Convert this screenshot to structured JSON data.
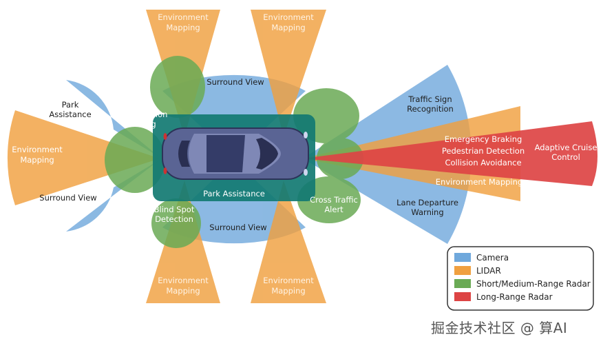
{
  "colors": {
    "camera": "#6fa8dc",
    "lidar": "#f0a040",
    "short_radar": "#6aaa55",
    "long_radar": "#dd4444",
    "car_zone": "#127a72"
  },
  "labels": {
    "env_top_left": [
      "Environment",
      "Mapping"
    ],
    "env_top_right": [
      "Environment",
      "Mapping"
    ],
    "env_bottom_left": [
      "Environment",
      "Mapping"
    ],
    "env_bottom_right": [
      "Environment",
      "Mapping"
    ],
    "env_left": [
      "Environment",
      "Mapping"
    ],
    "surround_top": "Surround View",
    "surround_bottom": "Surround View",
    "surround_left": "Surround View",
    "park_assistance_left": [
      "Park",
      "Assistance"
    ],
    "rear_collision": [
      "Read Collision",
      "Warning"
    ],
    "park_assistance_center": "Park Assistance",
    "blind_spot": [
      "Blind Spot",
      "Detection"
    ],
    "cross_traffic": [
      "Cross Traffic",
      "Alert"
    ],
    "traffic_sign": [
      "Traffic Sign",
      "Recognition"
    ],
    "lane_departure": [
      "Lane Departure",
      "Warning"
    ],
    "emergency": [
      "Emergency Braking",
      "Pedestrian Detection",
      "Collision Avoidance"
    ],
    "env_front": "Environment Mapping",
    "acc": [
      "Adaptive Cruise",
      "Control"
    ]
  },
  "legend": {
    "items": [
      {
        "label": "Camera",
        "color": "#6fa8dc"
      },
      {
        "label": "LIDAR",
        "color": "#f0a040"
      },
      {
        "label": "Short/Medium-Range Radar",
        "color": "#6aaa55"
      },
      {
        "label": "Long-Range Radar",
        "color": "#dd4444"
      }
    ]
  },
  "watermark": "掘金技术社区 @ 算AI"
}
